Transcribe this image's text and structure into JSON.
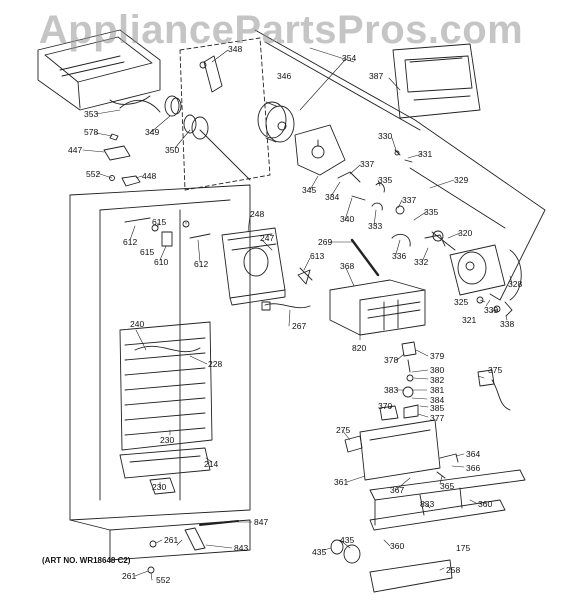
{
  "watermark": "AppliancePartsPros.com",
  "art_number": "(ART NO. WR18648 C2)",
  "parts": [
    {
      "id": "p348",
      "label": "348"
    },
    {
      "id": "p346",
      "label": "346"
    },
    {
      "id": "p354",
      "label": "354"
    },
    {
      "id": "p387",
      "label": "387"
    },
    {
      "id": "p353",
      "label": "353"
    },
    {
      "id": "p349",
      "label": "349"
    },
    {
      "id": "p350",
      "label": "350"
    },
    {
      "id": "p578",
      "label": "578"
    },
    {
      "id": "p447",
      "label": "447"
    },
    {
      "id": "p552a",
      "label": "552"
    },
    {
      "id": "p448",
      "label": "448"
    },
    {
      "id": "p330",
      "label": "330"
    },
    {
      "id": "p331",
      "label": "331"
    },
    {
      "id": "p337a",
      "label": "337"
    },
    {
      "id": "p335a",
      "label": "335"
    },
    {
      "id": "p329",
      "label": "329"
    },
    {
      "id": "p345",
      "label": "345"
    },
    {
      "id": "p334",
      "label": "334"
    },
    {
      "id": "p340",
      "label": "340"
    },
    {
      "id": "p333",
      "label": "333"
    },
    {
      "id": "p337b",
      "label": "337"
    },
    {
      "id": "p335b",
      "label": "335"
    },
    {
      "id": "p320",
      "label": "320"
    },
    {
      "id": "p248",
      "label": "248"
    },
    {
      "id": "p615a",
      "label": "615"
    },
    {
      "id": "p612a",
      "label": "612"
    },
    {
      "id": "p615b",
      "label": "615"
    },
    {
      "id": "p610",
      "label": "610"
    },
    {
      "id": "p612b",
      "label": "612"
    },
    {
      "id": "p247",
      "label": "247"
    },
    {
      "id": "p269",
      "label": "269"
    },
    {
      "id": "p336",
      "label": "336"
    },
    {
      "id": "p332",
      "label": "332"
    },
    {
      "id": "p613",
      "label": "613"
    },
    {
      "id": "p368",
      "label": "368"
    },
    {
      "id": "p328",
      "label": "328"
    },
    {
      "id": "p325",
      "label": "325"
    },
    {
      "id": "p339",
      "label": "339"
    },
    {
      "id": "p321",
      "label": "321"
    },
    {
      "id": "p338",
      "label": "338"
    },
    {
      "id": "p267",
      "label": "267"
    },
    {
      "id": "p240",
      "label": "240"
    },
    {
      "id": "p820",
      "label": "820"
    },
    {
      "id": "p228",
      "label": "228"
    },
    {
      "id": "p378",
      "label": "378"
    },
    {
      "id": "p379",
      "label": "379"
    },
    {
      "id": "p380",
      "label": "380"
    },
    {
      "id": "p375",
      "label": "375"
    },
    {
      "id": "p382",
      "label": "382"
    },
    {
      "id": "p383",
      "label": "383"
    },
    {
      "id": "p381",
      "label": "381"
    },
    {
      "id": "p384",
      "label": "384"
    },
    {
      "id": "p370",
      "label": "370"
    },
    {
      "id": "p385",
      "label": "385"
    },
    {
      "id": "p377",
      "label": "377"
    },
    {
      "id": "p230a",
      "label": "230"
    },
    {
      "id": "p275",
      "label": "275"
    },
    {
      "id": "p214",
      "label": "214"
    },
    {
      "id": "p364",
      "label": "364"
    },
    {
      "id": "p366",
      "label": "366"
    },
    {
      "id": "p230b",
      "label": "230"
    },
    {
      "id": "p361",
      "label": "361"
    },
    {
      "id": "p367",
      "label": "367"
    },
    {
      "id": "p365",
      "label": "365"
    },
    {
      "id": "p833",
      "label": "833"
    },
    {
      "id": "p360a",
      "label": "360"
    },
    {
      "id": "p847",
      "label": "847"
    },
    {
      "id": "p261a",
      "label": "261"
    },
    {
      "id": "p843",
      "label": "843"
    },
    {
      "id": "p435a",
      "label": "435"
    },
    {
      "id": "p360b",
      "label": "360"
    },
    {
      "id": "p435b",
      "label": "435"
    },
    {
      "id": "p175",
      "label": "175"
    },
    {
      "id": "p261b",
      "label": "261"
    },
    {
      "id": "p552b",
      "label": "552"
    },
    {
      "id": "p258",
      "label": "258"
    }
  ]
}
